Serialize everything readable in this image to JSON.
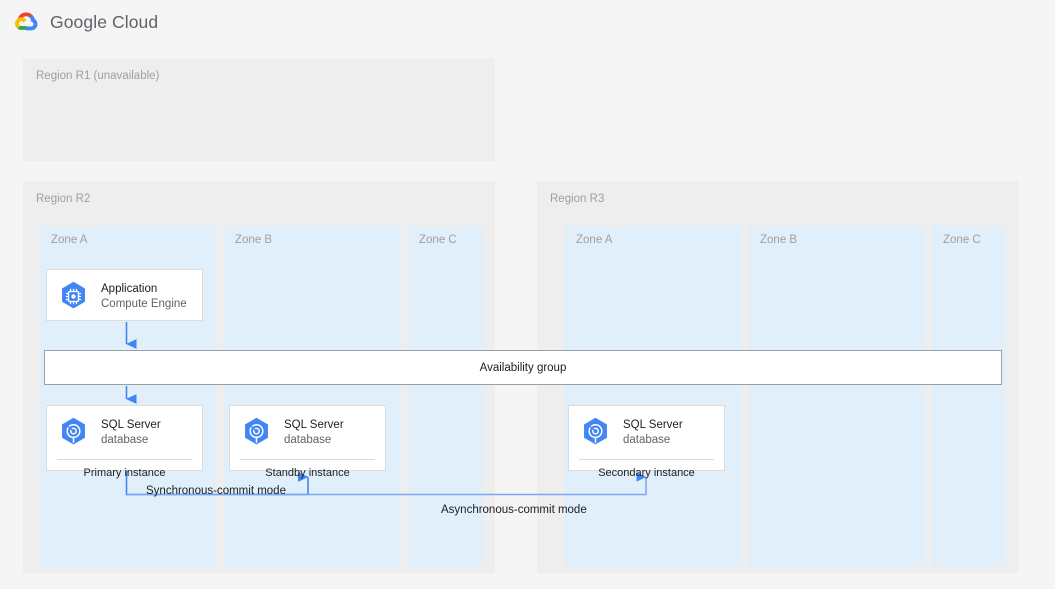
{
  "header": {
    "logo_icon": "google-cloud-logo",
    "wordmark": "Google Cloud"
  },
  "regions": [
    {
      "id": "r1",
      "label": "Region R1 (unavailable)",
      "available": false,
      "zones": []
    },
    {
      "id": "r2",
      "label": "Region R2",
      "available": true,
      "zones": [
        {
          "id": "a",
          "label": "Zone A"
        },
        {
          "id": "b",
          "label": "Zone B"
        },
        {
          "id": "c",
          "label": "Zone C"
        }
      ]
    },
    {
      "id": "r3",
      "label": "Region R3",
      "available": true,
      "zones": [
        {
          "id": "a",
          "label": "Zone A"
        },
        {
          "id": "b",
          "label": "Zone B"
        },
        {
          "id": "c",
          "label": "Zone C"
        }
      ]
    }
  ],
  "cards": {
    "application": {
      "icon": "compute-engine-icon",
      "title": "Application",
      "subtitle": "Compute Engine",
      "footer": null
    },
    "primary": {
      "icon": "sql-server-database-icon",
      "title": "SQL Server",
      "subtitle": "database",
      "footer": "Primary instance"
    },
    "standby": {
      "icon": "sql-server-database-icon",
      "title": "SQL Server",
      "subtitle": "database",
      "footer": "Standby instance"
    },
    "secondary": {
      "icon": "sql-server-database-icon",
      "title": "SQL Server",
      "subtitle": "database",
      "footer": "Secondary instance"
    }
  },
  "availability_group": {
    "label": "Availability group"
  },
  "connectors": {
    "sync_label": "Synchronous-commit mode",
    "async_label": "Asynchronous-commit mode"
  },
  "colors": {
    "page_background": "#f5f5f5",
    "region_background": "#eeeeee",
    "zone_background": "#e1effb",
    "card_background": "#ffffff",
    "card_border": "#dadce0",
    "connector_blue": "#4285f4",
    "muted_text": "#9aa0a6",
    "body_text": "#202124",
    "availability_border": "#9aa0a6"
  }
}
